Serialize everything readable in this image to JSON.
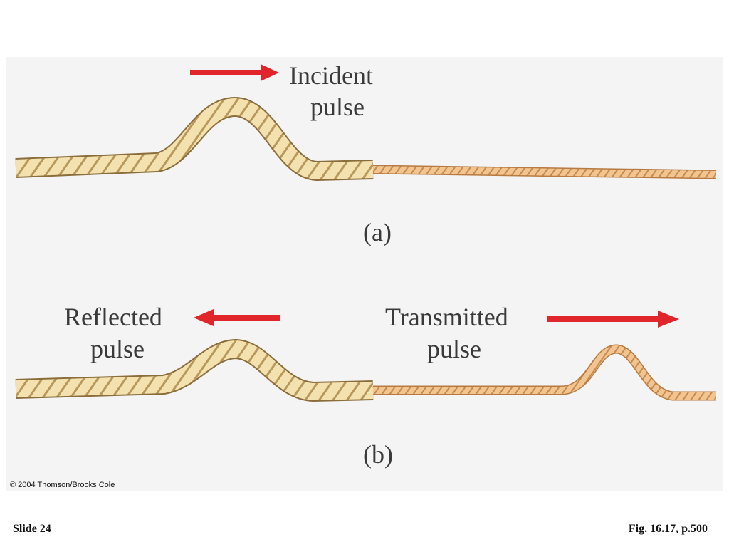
{
  "panel_a": {
    "label": "(a)",
    "incident_line1": "Incident",
    "incident_line2": "pulse"
  },
  "panel_b": {
    "label": "(b)",
    "reflected_line1": "Reflected",
    "reflected_line2": "pulse",
    "transmitted_line1": "Transmitted",
    "transmitted_line2": "pulse"
  },
  "footer": {
    "copyright": "© 2004 Thomson/Brooks Cole",
    "slide": "Slide 24",
    "figure_ref": "Fig. 16.17, p.500"
  },
  "colors": {
    "arrow": "#e0262a",
    "heavy_rope_fill": "#f3e2b0",
    "heavy_rope_edge": "#8a6d3b",
    "light_rope_fill": "#f2c48f",
    "light_rope_edge": "#b77a42",
    "text": "#3a3a3a"
  }
}
